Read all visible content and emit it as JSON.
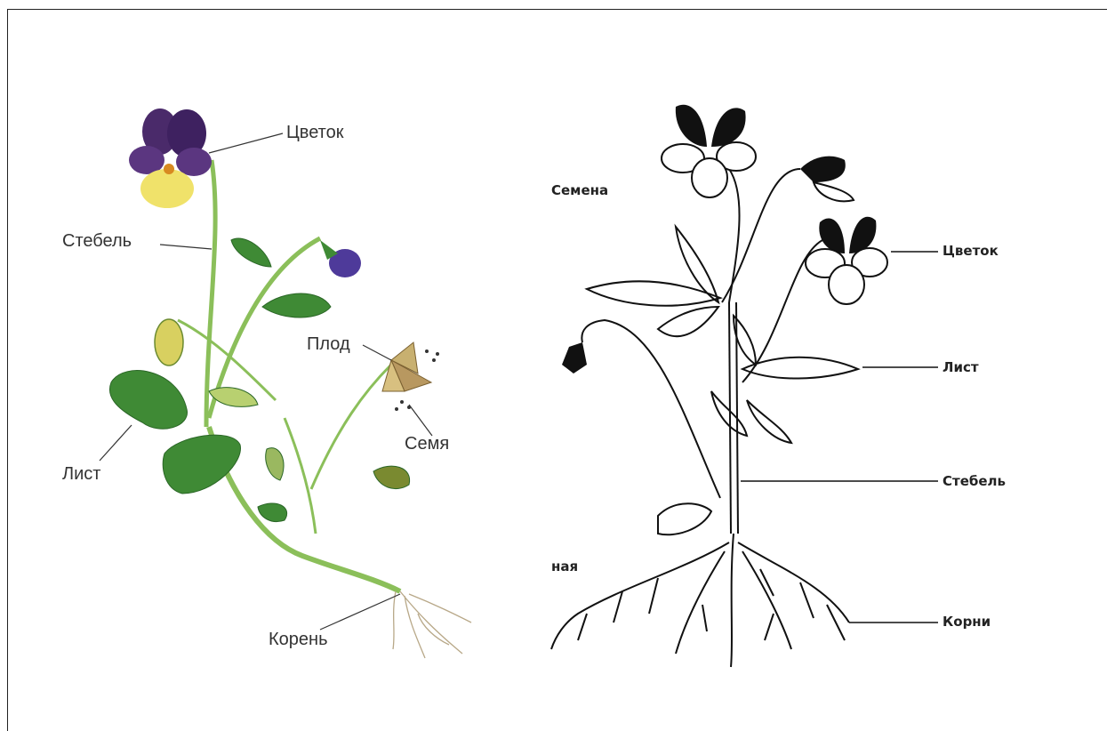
{
  "left_diagram": {
    "labels": {
      "flower": "Цветок",
      "stem": "Стебель",
      "fruit": "Плод",
      "seed": "Семя",
      "leaf": "Лист",
      "root": "Корень"
    }
  },
  "right_diagram": {
    "labels": {
      "seeds_partial": "Семена",
      "flower": "Цветок",
      "leaf": "Лист",
      "stem": "Стебель",
      "cut_partial": "ная",
      "roots": "Корни"
    }
  },
  "colors": {
    "petal_purple": "#4a2a6a",
    "petal_yellow": "#f0e26a",
    "leaf_green": "#3f8a35",
    "stem_green": "#8bbf5a"
  }
}
